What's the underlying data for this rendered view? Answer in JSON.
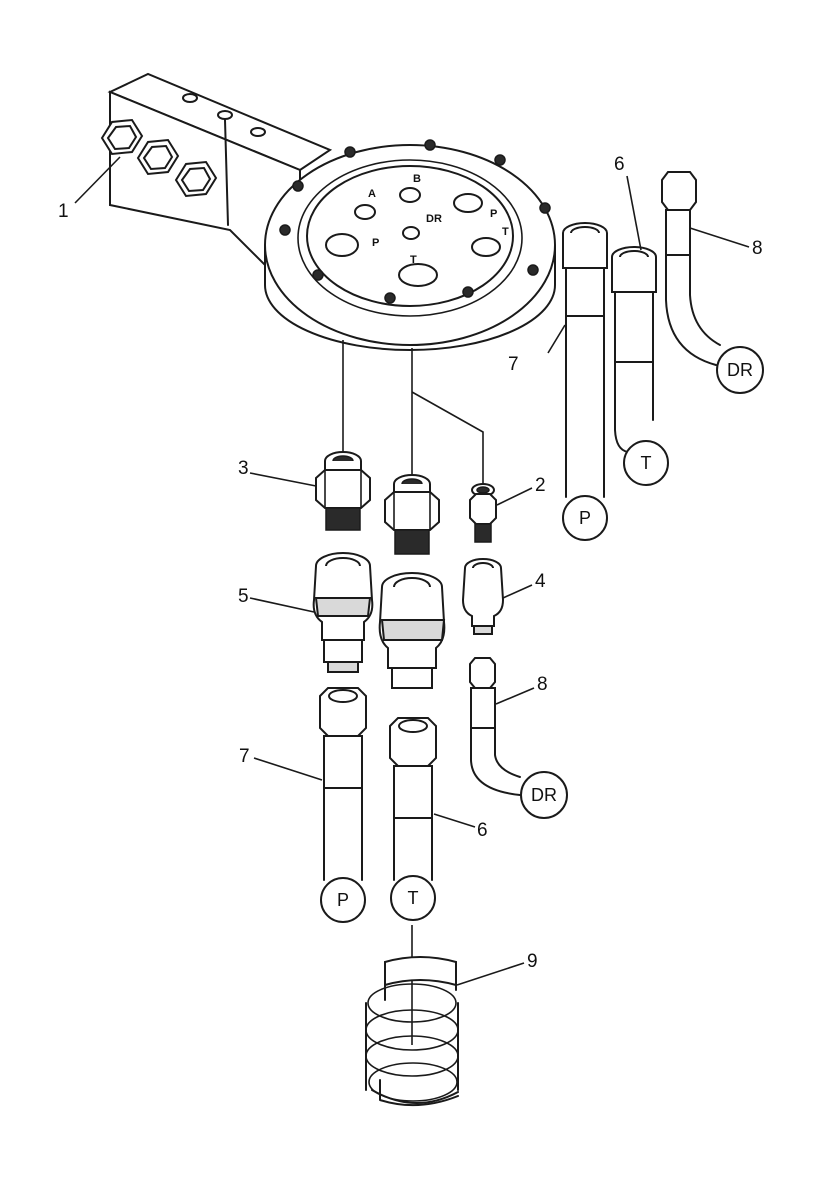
{
  "callouts": [
    "1",
    "2",
    "3",
    "4",
    "5",
    "6",
    "7",
    "8",
    "9",
    "6",
    "7",
    "8"
  ],
  "port_labels": [
    "P",
    "T",
    "DR",
    "P",
    "T",
    "DR"
  ],
  "plate_marks": [
    "A",
    "B",
    "P",
    "T",
    "DR",
    "P",
    "T"
  ]
}
